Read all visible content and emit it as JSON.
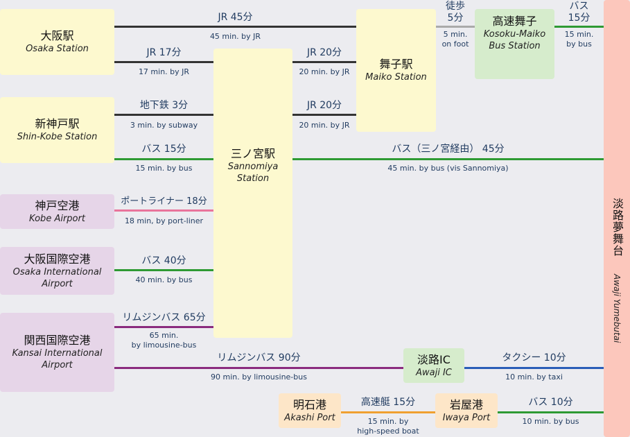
{
  "nodes": {
    "osaka": {
      "jp": "大阪駅",
      "en": "Osaka Station"
    },
    "shinkobe": {
      "jp": "新神戸駅",
      "en": "Shin-Kobe Station"
    },
    "kobe_airport": {
      "jp": "神戸空港",
      "en": "Kobe Airport"
    },
    "itami": {
      "jp": "大阪国際空港",
      "en": "Osaka International Airport"
    },
    "kansai": {
      "jp": "関西国際空港",
      "en": "Kansai International Airport"
    },
    "sannomiya": {
      "jp": "三ノ宮駅",
      "en": "Sannomiya Station"
    },
    "maiko": {
      "jp": "舞子駅",
      "en": "Maiko Station"
    },
    "kosoku_maiko": {
      "jp": "高速舞子",
      "en": "Kosoku-Maiko Bus Station"
    },
    "awaji_ic": {
      "jp": "淡路IC",
      "en": "Awaji IC"
    },
    "akashi": {
      "jp": "明石港",
      "en": "Akashi Port"
    },
    "iwaya": {
      "jp": "岩屋港",
      "en": "Iwaya Port"
    },
    "yumebutai": {
      "jp": "淡路夢舞台",
      "en": "Awaji Yumebutai"
    }
  },
  "routes": {
    "osaka_maiko": {
      "jp": "JR 45分",
      "en": "45 min. by JR",
      "color": "#333333"
    },
    "osaka_sannomiya": {
      "jp": "JR 17分",
      "en": "17 min. by JR",
      "color": "#333333"
    },
    "sannomiya_maiko_1": {
      "jp": "JR 20分",
      "en": "20 min. by JR",
      "color": "#333333"
    },
    "sannomiya_maiko_2": {
      "jp": "JR 20分",
      "en": "20 min. by JR",
      "color": "#333333"
    },
    "maiko_walk": {
      "jp": "徒歩\n5分",
      "en": "5 min.\non foot",
      "color": "#aaaaaa"
    },
    "kosoku_bus": {
      "jp": "バス\n15分",
      "en": "15 min.\nby bus",
      "color": "#2e9a33"
    },
    "shinkobe_subway": {
      "jp": "地下鉄 3分",
      "en": "3 min. by subway",
      "color": "#333333"
    },
    "shinkobe_bus": {
      "jp": "バス 15分",
      "en": "15 min. by bus",
      "color": "#2e9a33"
    },
    "sannomiya_bus": {
      "jp": "バス（三ノ宮経由） 45分",
      "en": "45 min. by bus (vis Sannomiya)",
      "color": "#2e9a33"
    },
    "portliner": {
      "jp": "ポートライナー 18分",
      "en": "18 min, by port-liner",
      "color": "#e9749b"
    },
    "itami_bus": {
      "jp": "バス 40分",
      "en": "40 min. by bus",
      "color": "#2e9a33"
    },
    "kansai_limo_65": {
      "jp": "リムジンバス 65分",
      "en": "65 min.\nby limousine-bus",
      "color": "#8a2b7e"
    },
    "kansai_limo_90": {
      "jp": "リムジンバス 90分",
      "en": "90 min. by limousine-bus",
      "color": "#8a2b7e"
    },
    "taxi": {
      "jp": "タクシー 10分",
      "en": "10 min. by taxi",
      "color": "#2a5db8"
    },
    "boat": {
      "jp": "高速艇 15分",
      "en": "15 min. by\nhigh-speed boat",
      "color": "#f0a030"
    },
    "iwaya_bus": {
      "jp": "バス 10分",
      "en": "10 min. by bus",
      "color": "#2e9a33"
    }
  }
}
